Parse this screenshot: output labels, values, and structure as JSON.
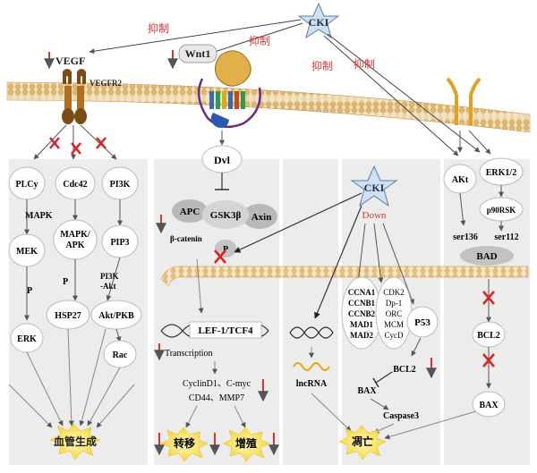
{
  "top": {
    "cki": "CKI",
    "inhibit_1": "抑制",
    "inhibit_2": "抑制",
    "inhibit_3": "抑制",
    "inhibit_4": "抑制",
    "vegf": "VEGF",
    "vegfr2": "VEGFR2",
    "wnt1": "Wnt1"
  },
  "panel1": {
    "plcy": "PLCy",
    "cdc42": "Cdc42",
    "pi3k": "PI3K",
    "mapk": "MAPK",
    "mek": "MEK",
    "mapk_apk_1": "MAPK/",
    "mapk_apk_2": "APK",
    "pip3": "PIP3",
    "pi3k_akt_1": "PI3K",
    "pi3k_akt_2": "-Akt",
    "p_left": "P",
    "p_mid": "P",
    "hsp27": "HSP27",
    "akt_pkb": "Akt/PKB",
    "erk": "ERK",
    "rac": "Rac",
    "outcome": "血管生成"
  },
  "panel2": {
    "dvl": "Dvl",
    "apc": "APC",
    "gsk": "GSK3β",
    "axin": "Axin",
    "bcatenin": "β-catenin",
    "p": "P",
    "lef": "LEF-1/TCF4",
    "transcription": "Transcription",
    "targets_1": "CyclinD1、C-myc",
    "targets_2": "CD44、MMP7",
    "outcome_1": "转移",
    "outcome_2": "增殖"
  },
  "panel3": {
    "lncrna": "lncRNA"
  },
  "panel4": {
    "cki": "CKI",
    "down": "Down",
    "genes_left": [
      "CCNA1",
      "CCNB1",
      "CCNB2",
      "MAD1",
      "MAD2"
    ],
    "genes_mid": [
      "CDK2",
      "Dp-1",
      "ORC",
      "MCM",
      "CycD"
    ],
    "p53": "P53",
    "bcl2": "BCL2",
    "bax": "BAX",
    "caspase3": "Caspase3",
    "outcome": "凋亡"
  },
  "panel5": {
    "akt": "AKt",
    "erk12": "ERK1/2",
    "p90rsk": "p90RSK",
    "ser136": "ser136",
    "ser112": "ser112",
    "bad": "BAD",
    "bcl2": "BCL2",
    "bax": "BAX"
  }
}
